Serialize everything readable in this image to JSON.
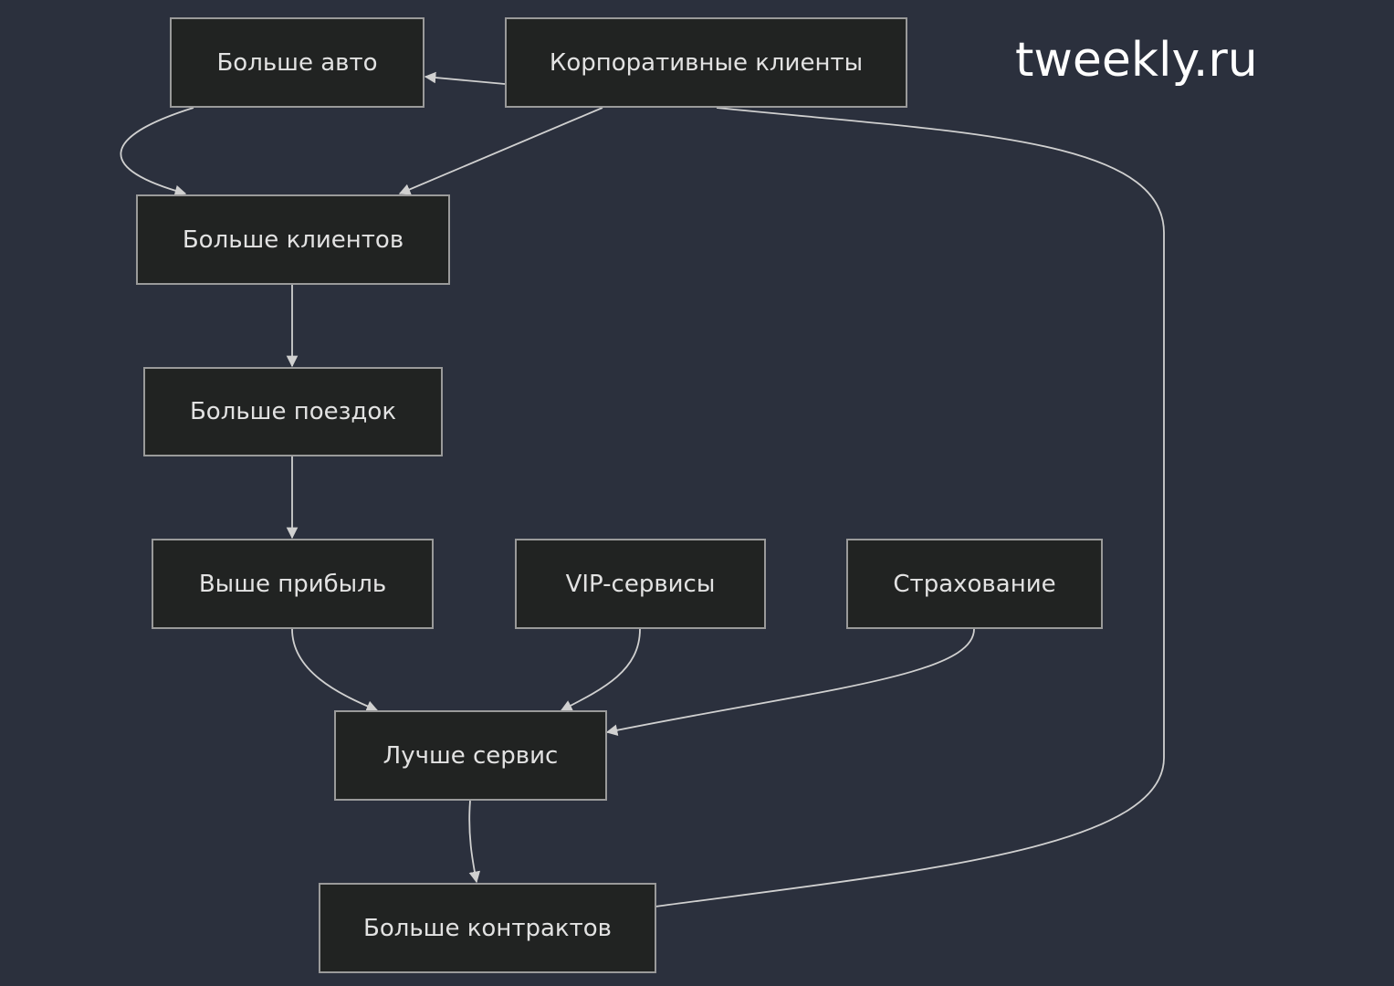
{
  "brand": "tweekly.ru",
  "colors": {
    "background": "#2b303d",
    "node_fill": "#212322",
    "node_border": "#9a9a9a",
    "edge": "#d0d0d0",
    "text": "#e2e2e2"
  },
  "nodes": {
    "more_cars": "Больше авто",
    "corporate_clients": "Корпоративные клиенты",
    "more_clients": "Больше клиентов",
    "more_trips": "Больше поездок",
    "higher_profit": "Выше прибыль",
    "vip_services": "VIP-сервисы",
    "insurance": "Страхование",
    "better_service": "Лучше сервис",
    "more_contracts": "Больше контрактов"
  },
  "edges": [
    {
      "from": "corporate_clients",
      "to": "more_cars"
    },
    {
      "from": "more_cars",
      "to": "more_clients"
    },
    {
      "from": "corporate_clients",
      "to": "more_clients"
    },
    {
      "from": "more_clients",
      "to": "more_trips"
    },
    {
      "from": "more_trips",
      "to": "higher_profit"
    },
    {
      "from": "higher_profit",
      "to": "better_service"
    },
    {
      "from": "vip_services",
      "to": "better_service"
    },
    {
      "from": "insurance",
      "to": "better_service"
    },
    {
      "from": "better_service",
      "to": "more_contracts"
    },
    {
      "from": "more_contracts",
      "to": "corporate_clients",
      "arrow": false
    }
  ]
}
